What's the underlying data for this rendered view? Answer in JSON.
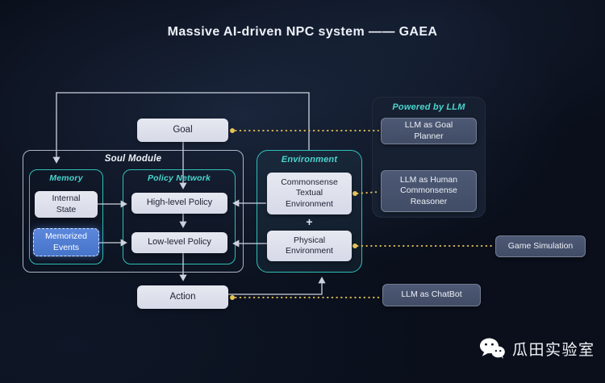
{
  "title": "Massive AI-driven NPC system —— GAEA",
  "nodes": {
    "goal": "Goal",
    "action": "Action",
    "internal_state": "Internal\nState",
    "memorized_events": "Memorized\nEvents",
    "high_level_policy": "High-level Policy",
    "low_level_policy": "Low-level Policy",
    "commonsense_env": "Commonsense\nTextual\nEnvironment",
    "plus": "+",
    "physical_env": "Physical\nEnvironment",
    "llm_goal_planner": "LLM as Goal\nPlanner",
    "llm_commonsense_reasoner": "LLM as Human\nCommonsense\nReasoner",
    "game_simulation": "Game Simulation",
    "llm_chatbot": "LLM as ChatBot"
  },
  "groups": {
    "soul_module": "Soul Module",
    "memory": "Memory",
    "policy_network": "Policy Network",
    "environment": "Environment",
    "powered_by_llm": "Powered by LLM"
  },
  "watermark": "瓜田实验室",
  "colors": {
    "accent_teal": "#2fc0b8",
    "accent_yellow": "#dcbc52",
    "node_light": "#dfe1ec",
    "node_slate": "#47526d",
    "node_blue": "#4d7ed2",
    "background": "#0a0f1b"
  }
}
